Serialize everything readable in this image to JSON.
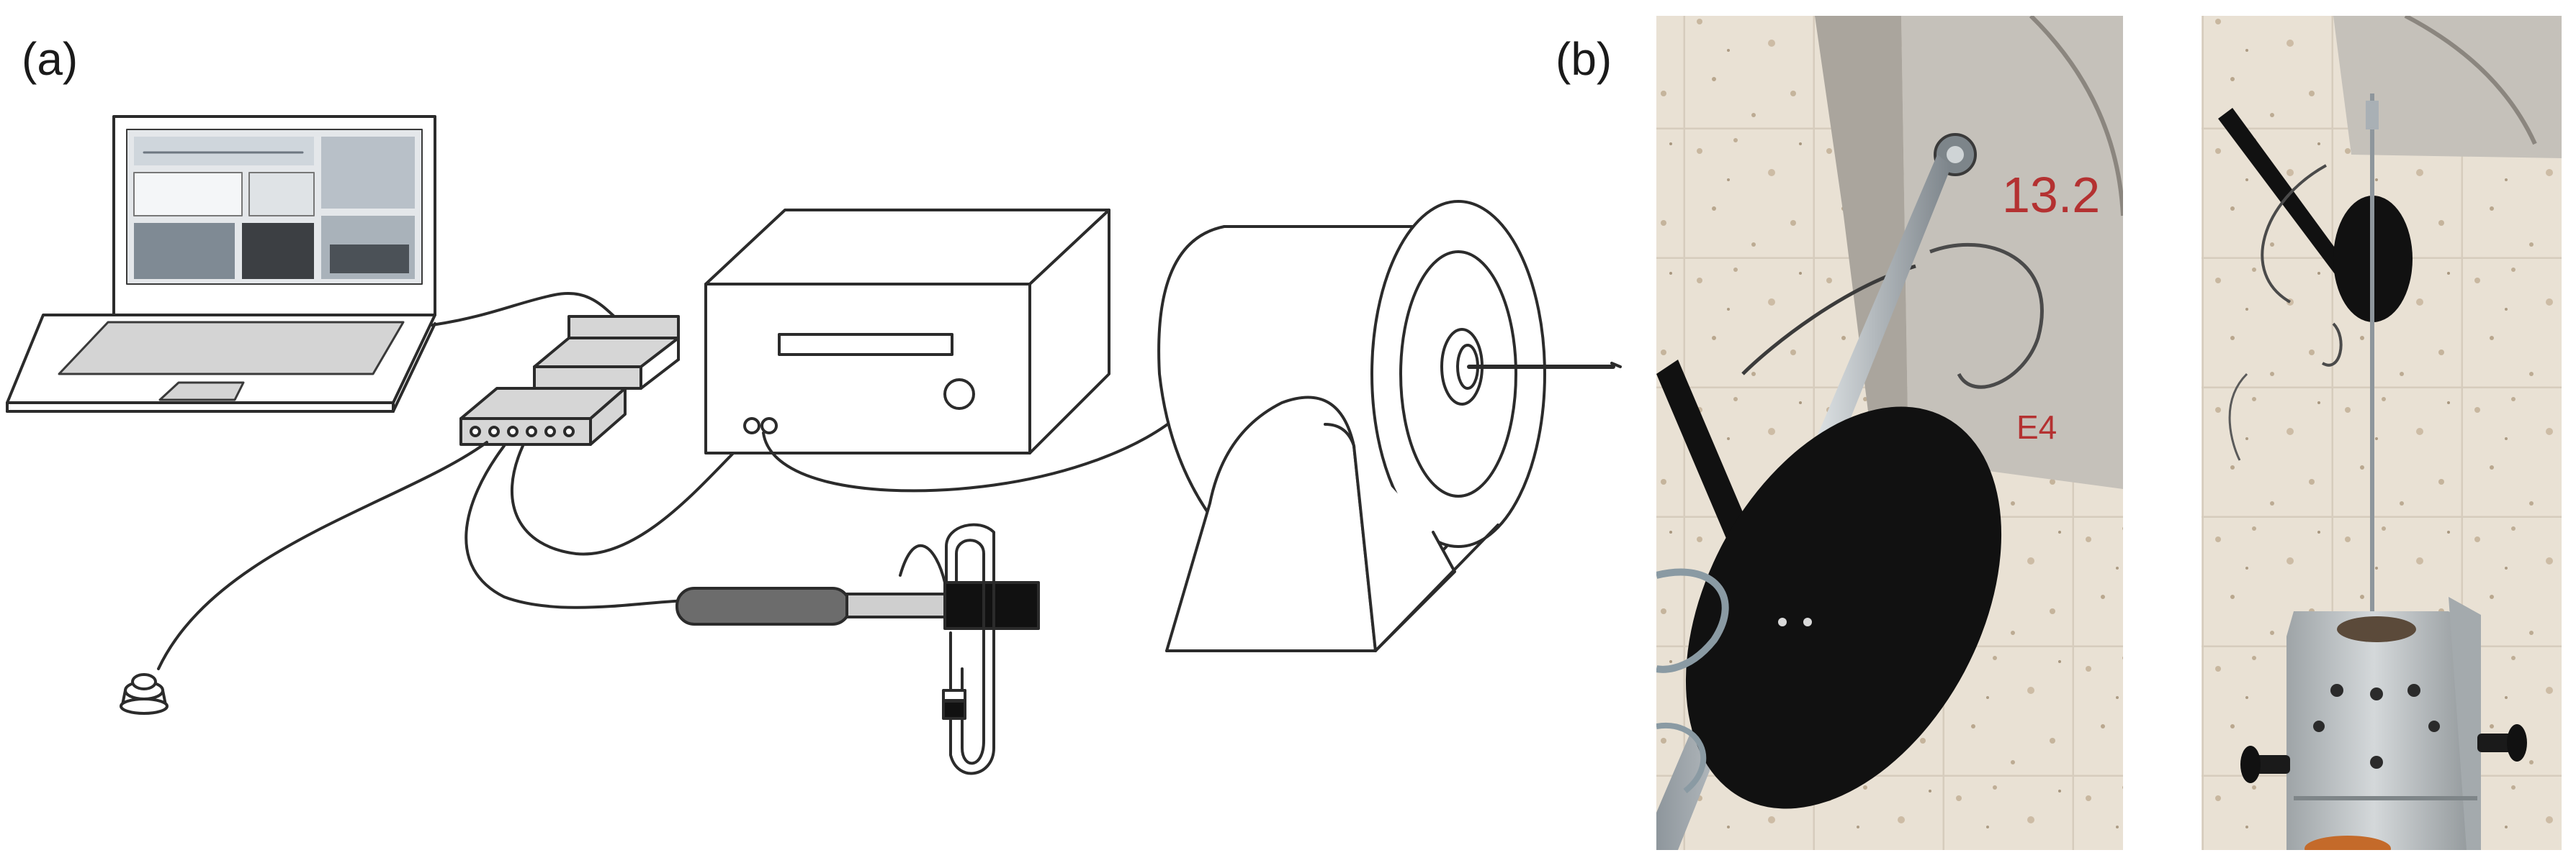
{
  "panel_a": {
    "label": "(a)"
  },
  "panel_b": {
    "label": "(b)"
  },
  "photo_1": {
    "marking_top": "13.2",
    "marking_bottom": "E4"
  },
  "colors": {
    "line": "#2b2b2b",
    "paper": "#ffffff",
    "floor_tile": "#e8dfd2",
    "floor_speckle": "#c9b9a3",
    "cabinet": "#c8c4be",
    "disk": "#111111",
    "marker": "#c0392b",
    "device_gray": "#bfc3c4"
  }
}
